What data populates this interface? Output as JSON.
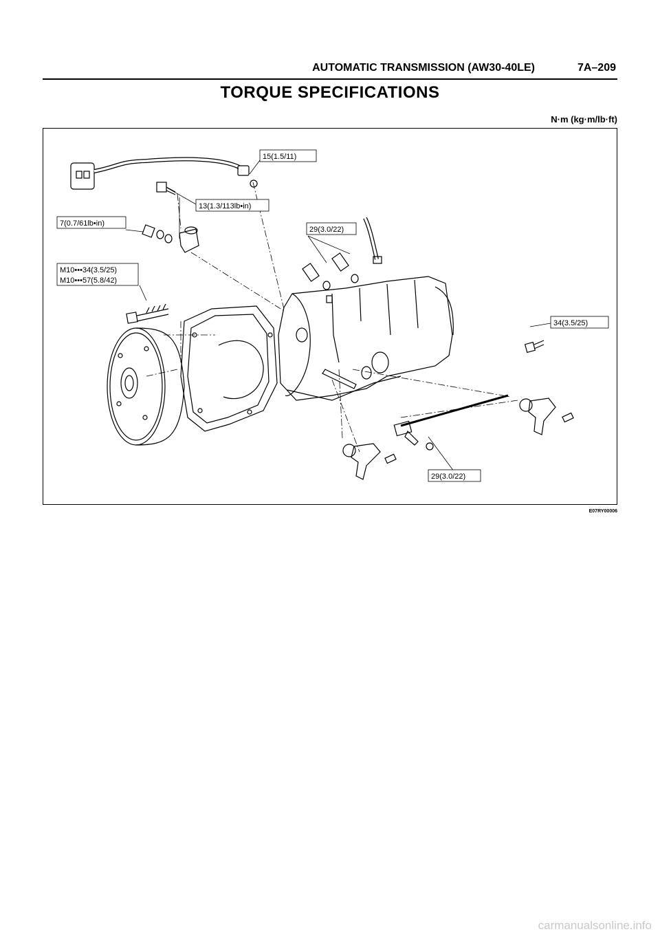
{
  "header": {
    "title": "AUTOMATIC TRANSMISSION (AW30-40LE)",
    "page": "7A–209"
  },
  "page_title": "TORQUE SPECIFICATIONS",
  "units": "N·m (kg·m/lb·ft)",
  "figure": {
    "labels": {
      "l1": "15(1.5/11)",
      "l2": "13(1.3/113lb•in)",
      "l3": "7(0.7/61lb•in)",
      "l4": "29(3.0/22)",
      "l5a": "M10•••34(3.5/25)",
      "l5b": "M10•••57(5.8/42)",
      "l6": "34(3.5/25)",
      "l7": "29(3.0/22)"
    },
    "code": "E07RY00006"
  },
  "watermark": "carmanualsonline.info"
}
